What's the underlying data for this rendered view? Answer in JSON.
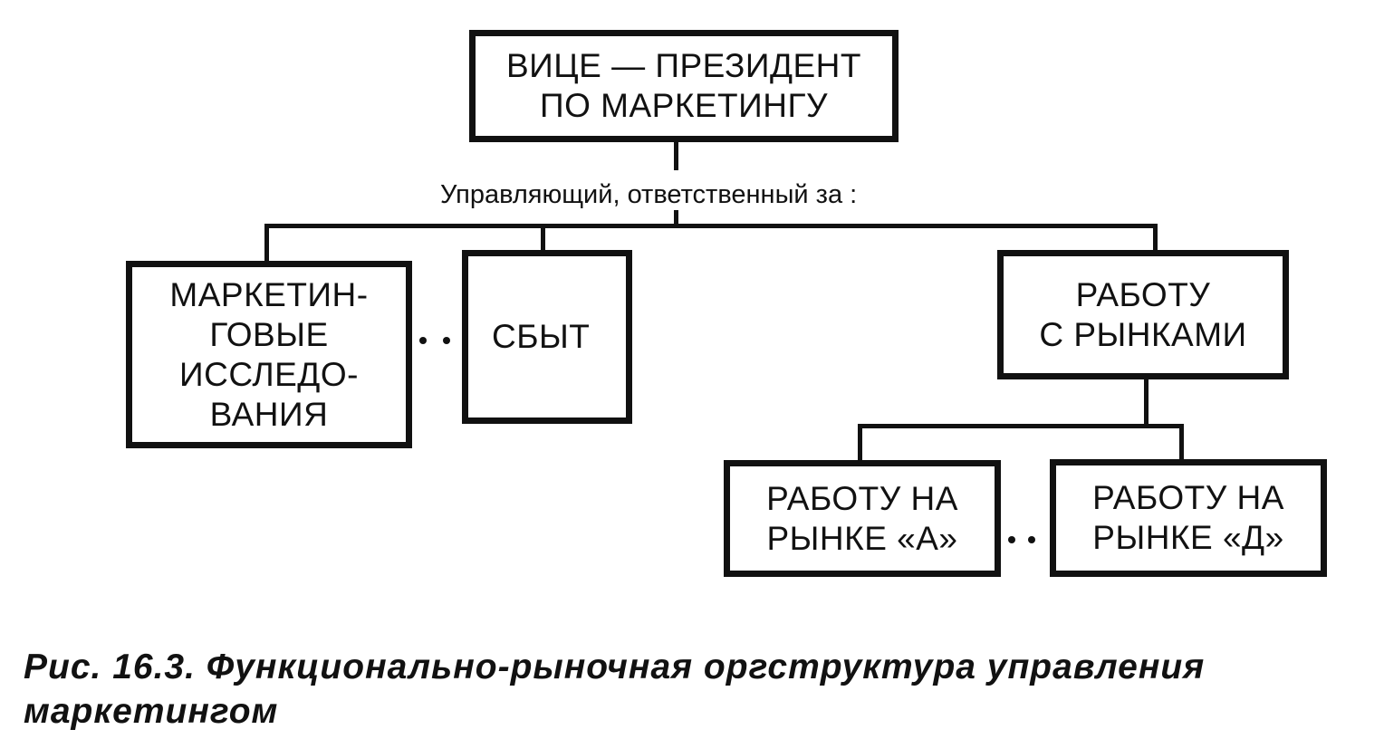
{
  "nodes": {
    "vp": [
      "ВИЦЕ — ПРЕЗИДЕНТ",
      "ПО МАРКЕТИНГУ"
    ],
    "research": [
      "МАРКЕТИН-",
      "ГОВЫЕ",
      "ИССЛЕДО-",
      "ВАНИЯ"
    ],
    "sales": [
      "СБЫТ"
    ],
    "markets": [
      "РАБОТУ",
      "С РЫНКАМИ"
    ],
    "market_a": [
      "РАБОТУ НА",
      "РЫНКЕ «А»"
    ],
    "market_d": [
      "РАБОТУ НА",
      "РЫНКЕ «Д»"
    ]
  },
  "branch_label": "Управляющий, ответственный за :",
  "caption": [
    "Рис. 16.3. Функционально-рыночная оргструктура управления",
    "маркетингом"
  ]
}
